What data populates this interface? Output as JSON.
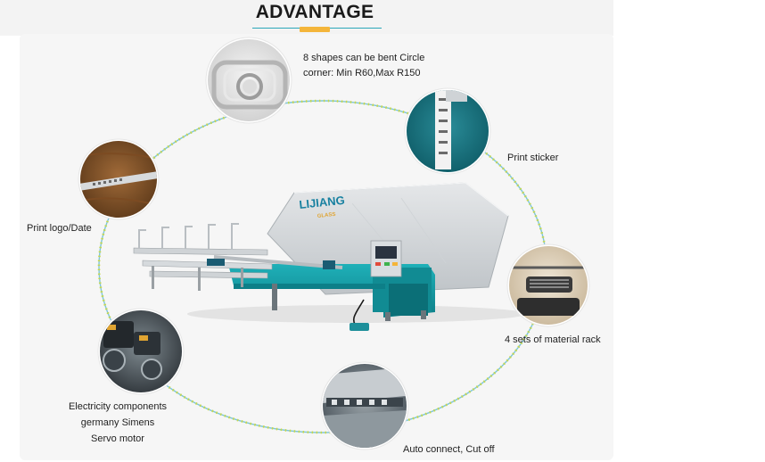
{
  "header": {
    "title": "ADVANTAGE"
  },
  "colors": {
    "accent_teal": "#2aa7b9",
    "accent_orange": "#f4b53a",
    "ring_green": "#c9d84a",
    "ring_blue": "#7fc6d6",
    "machine_teal": "#159aa3"
  },
  "machine": {
    "brand": "LIJIANG",
    "brand_sub": "GLASS"
  },
  "features": [
    {
      "caption_lines": [
        "8 shapes can be bent Circle",
        "corner: Min R60,Max R150"
      ],
      "icon": "bent-shape-photo-icon"
    },
    {
      "caption_lines": [
        "Print sticker"
      ],
      "icon": "sticker-roll-photo-icon"
    },
    {
      "caption_lines": [
        "4 sets of material rack"
      ],
      "icon": "material-rack-photo-icon"
    },
    {
      "caption_lines": [
        "Auto connect, Cut off"
      ],
      "icon": "cutter-photo-icon"
    },
    {
      "caption_lines": [
        "Electricity components",
        "germany Simens",
        "Servo motor"
      ],
      "icon": "servo-motor-photo-icon"
    },
    {
      "caption_lines": [
        "Print logo/Date"
      ],
      "icon": "printed-bar-photo-icon"
    }
  ]
}
